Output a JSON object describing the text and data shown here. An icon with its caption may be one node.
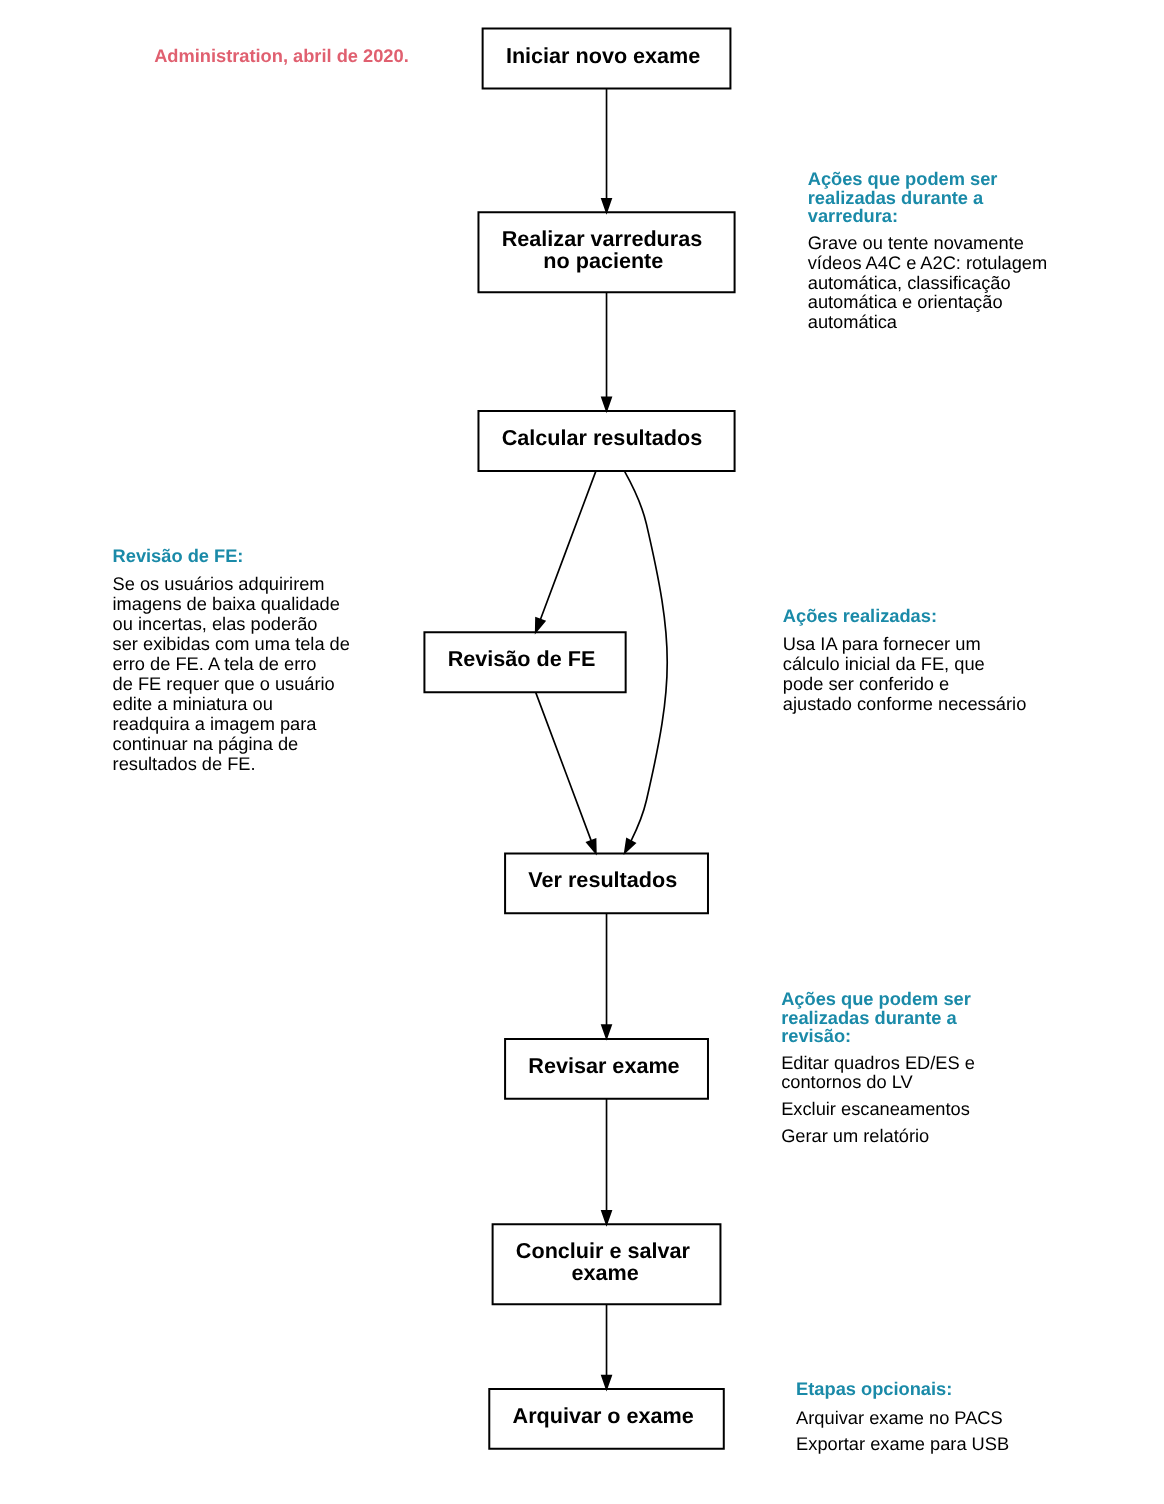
{
  "diagram": {
    "nodes": [
      {
        "text": [
          "Iniciar novo exame"
        ]
      },
      {
        "text": [
          "Realizar varreduras no paciente"
        ]
      },
      {
        "text": [
          "Calcular resultados"
        ]
      },
      {
        "text": [
          "Revisão de FE"
        ]
      },
      {
        "text": [
          "Ver resultados"
        ]
      },
      {
        "text": [
          "Revisar exame"
        ]
      },
      {
        "text": [
          "Concluir e salvar exame"
        ]
      },
      {
        "text": [
          "Arquivar o exame"
        ]
      }
    ],
    "edges": [
      {
        "from": 0,
        "to": 1,
        "arrow": "to"
      },
      {
        "from": 1,
        "to": 2,
        "arrow": "to"
      },
      {
        "from": 2,
        "to": 3,
        "arrow": "to"
      },
      {
        "from": 2,
        "to": 4,
        "arrow": "to"
      },
      {
        "from": 3,
        "to": 4,
        "arrow": "to"
      },
      {
        "from": 4,
        "to": 5,
        "arrow": "to"
      },
      {
        "from": 5,
        "to": 6,
        "arrow": "to"
      },
      {
        "from": 6,
        "to": 7,
        "arrow": "to"
      }
    ],
    "labels": [
      "Administration, abril de 2020.",
      "Ações que podem ser realizadas durante a varredura:",
      "Grave ou tente novamente vídeos A4C e A2C: rotulagem automática, classificação automática e orientação automática",
      "Ações realizadas:",
      "Usa IA para fornecer um cálculo inicial da FE, que pode ser conferido e ajustado conforme necessário",
      "Revisão de FE:",
      "Se os usuários adquirirem imagens de baixa qualidade ou incertas, elas poderão ser exibidas com uma tela de erro de FE. A tela de erro de FE requer que o usuário edite a miniatura ou readquira a imagem para continuar na página de resultados de FE.",
      "Ações que podem ser realizadas durante a revisão:",
      "Editar quadros ED/ES e contornos do LV",
      "Excluir escaneamentos",
      "Gerar um relatório",
      "Etapas opcionais:",
      "Arquivar exame no PACS",
      "Exportar exame para USB"
    ]
  }
}
